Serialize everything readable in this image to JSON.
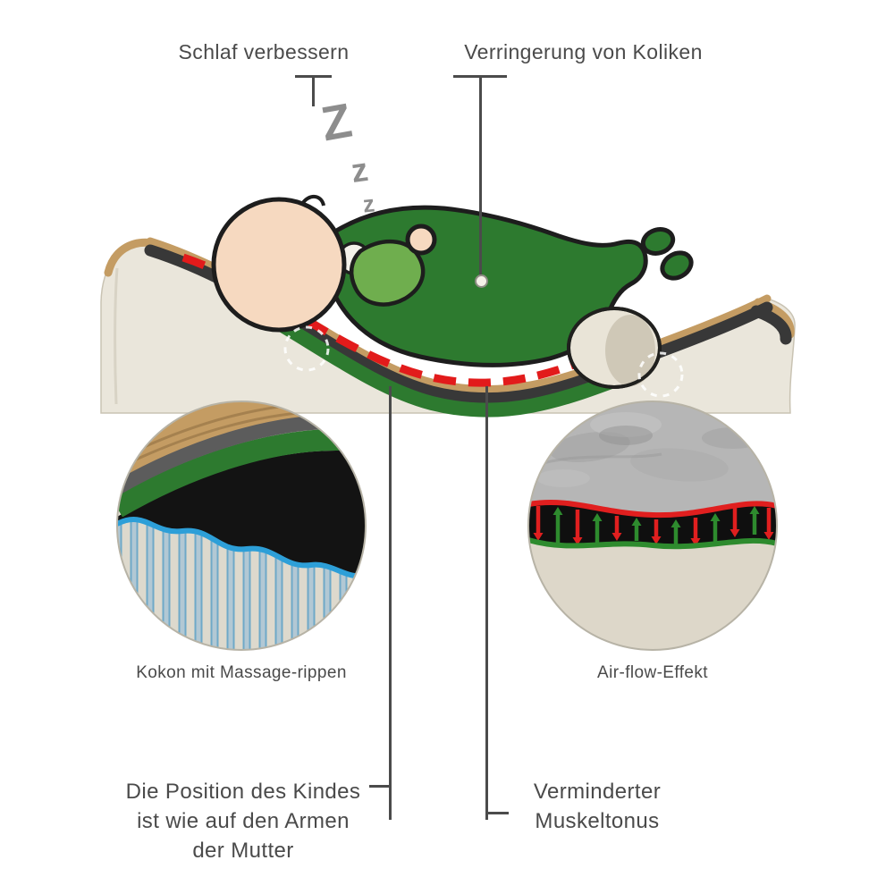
{
  "top_labels": {
    "sleep": "Schlaf verbessern",
    "colic": "Verringerung von Koliken"
  },
  "sleep_zs": [
    "Z",
    "z",
    "z"
  ],
  "insets": {
    "left_caption": "Kokon mit Massage-rippen",
    "right_caption": "Air-flow-Effekt"
  },
  "bottom_labels": {
    "position": [
      "Die Position des Kindes",
      "ist wie auf den Armen",
      "der Mutter"
    ],
    "muscle": [
      "Verminderter",
      "Muskeltonus"
    ]
  },
  "colors": {
    "text": "#4a4a4a",
    "leader_line": "#4b4b4b",
    "accent_red": "#e21b1b",
    "baby_green_dark": "#2d7a2f",
    "baby_green_light": "#6fae4e",
    "skin": "#f6d9c0",
    "rib_blue": "#2d9fd8",
    "arrow_red": "#e01f1f",
    "arrow_green": "#2e8b2e",
    "wood_tan": "#c49c63",
    "mattress_cream": "#eae6db"
  }
}
